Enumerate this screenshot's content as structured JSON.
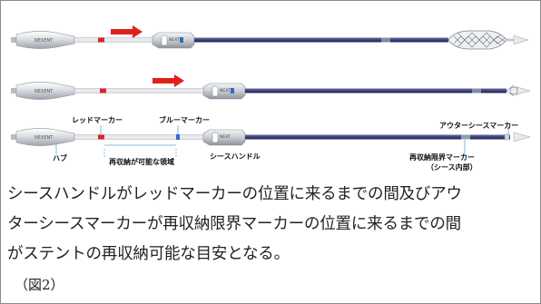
{
  "device": {
    "brand_text": "NEXENT",
    "handle_text": "NEXT"
  },
  "labels": {
    "red_marker": "レッドマーカー",
    "blue_marker": "ブルーマーカー",
    "outer_sheath_marker": "アウターシースマーカー",
    "hub": "ハブ",
    "recapture_zone": "再収納が可能な領域",
    "sheath_handle": "シースハンドル",
    "recapture_limit_marker": "再収納限界マーカー",
    "recapture_limit_note": "（シース内部）"
  },
  "description": {
    "line1": "シースハンドルがレッドマーカーの位置に来るまでの間及びアウ",
    "line2": "ターシースマーカーが再収納限界マーカーの位置に来るまでの間",
    "line3": "がステントの再収納可能な目安となる。"
  },
  "caption": "（図2）",
  "colors": {
    "arrow": "#e0211b",
    "red_marker": "#d9262a",
    "blue_marker": "#2c6fc4",
    "shaft": "#3d3f78",
    "leader": "#5aa9dd"
  }
}
